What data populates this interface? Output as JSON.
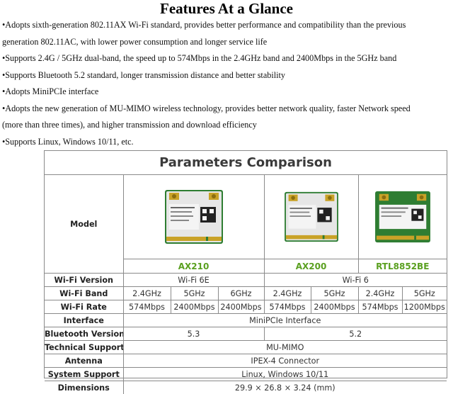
{
  "title": "Features At a Glance",
  "features": [
    "•Adopts sixth-generation 802.11AX Wi-Fi standard, provides better performance and compatibility than the previous",
    "generation 802.11AC, with lower power consumption and longer service life",
    "•Supports 2.4G / 5GHz dual-band, the speed up to 574Mbps in the 2.4GHz band and 2400Mbps in the 5GHz band",
    "•Supports Bluetooth 5.2 standard, longer transmission distance and better stability",
    "•Adopts MiniPCIe interface",
    "•Adopts the new generation of MU-MIMO wireless technology, provides better network quality, faster Network speed",
    "(more than three times), and higher transmission and download efficiency",
    "•Supports Linux, Windows 10/11, etc."
  ],
  "params": {
    "heading": "Parameters Comparison",
    "model_label": "Model",
    "products": [
      "AX210",
      "AX200",
      "RTL8852BE"
    ],
    "rows": {
      "wifi_version": {
        "label": "Wi-Fi Version",
        "values": [
          "Wi-Fi 6E",
          "Wi-Fi 6"
        ]
      },
      "wifi_band": {
        "label": "Wi-Fi Band",
        "values": [
          "2.4GHz",
          "5GHz",
          "6GHz",
          "2.4GHz",
          "5GHz",
          "2.4GHz",
          "5GHz"
        ]
      },
      "wifi_rate": {
        "label": "Wi-Fi Rate",
        "values": [
          "574Mbps",
          "2400Mbps",
          "2400Mbps",
          "574Mbps",
          "2400Mbps",
          "574Mbps",
          "1200Mbps"
        ]
      },
      "interface": {
        "label": "Interface",
        "value": "MiniPCIe Interface"
      },
      "bluetooth": {
        "label": "Bluetooth Version",
        "values": [
          "5.3",
          "5.2"
        ]
      },
      "tech_support": {
        "label": "Technical Support",
        "value": "MU-MIMO"
      },
      "antenna": {
        "label": "Antenna",
        "value": "IPEX-4 Connector"
      },
      "system_support": {
        "label": "System Support",
        "value": "Linux, Windows 10/11"
      },
      "dimensions": {
        "label": "Dimensions",
        "value": "29.9 × 26.8 × 3.24 (mm)"
      }
    }
  },
  "colors": {
    "product_name": "#5aa020",
    "card_pcb": "#2e7d32",
    "card_gold": "#c9a227",
    "label_white": "#f4f4f4"
  }
}
